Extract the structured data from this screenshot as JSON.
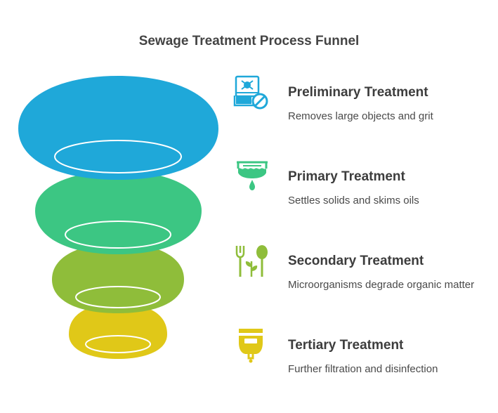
{
  "title": "Sewage Treatment Process Funnel",
  "colors": {
    "preliminary": "#1fa8d9",
    "primary": "#3cc683",
    "secondary": "#8fbd3a",
    "tertiary": "#e0c818"
  },
  "stages": [
    {
      "name": "Preliminary Treatment",
      "description": "Removes large objects and grit",
      "icon": "screening-icon"
    },
    {
      "name": "Primary Treatment",
      "description": "Settles solids and skims oils",
      "icon": "settling-tank-icon"
    },
    {
      "name": "Secondary Treatment",
      "description": "Microorganisms degrade organic matter",
      "icon": "microorganism-plant-icon"
    },
    {
      "name": "Tertiary Treatment",
      "description": "Further filtration and disinfection",
      "icon": "filter-icon"
    }
  ]
}
